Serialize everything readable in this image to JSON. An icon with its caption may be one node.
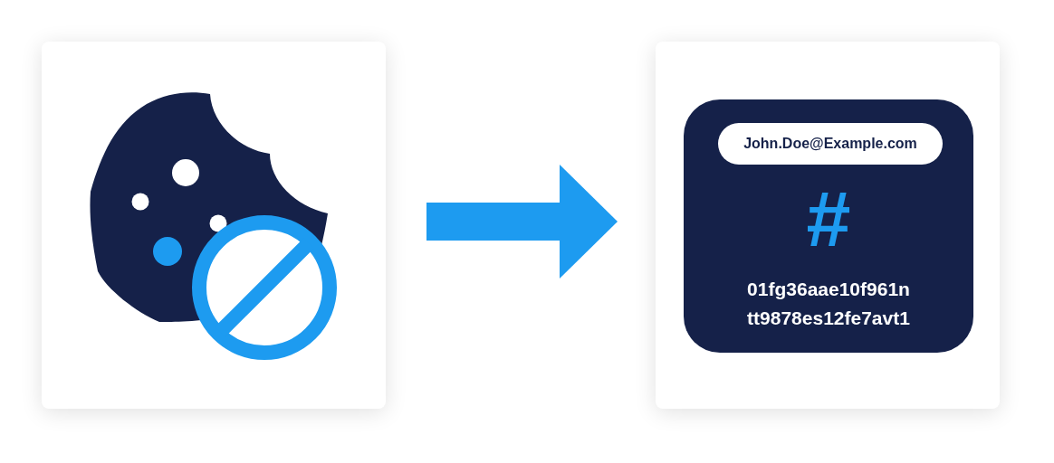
{
  "diagram": {
    "nodes": [
      {
        "text": [],
        "shape": "box"
      },
      {
        "text": [],
        "shape": "box"
      },
      {
        "text": [
          "#",
          "01fg36aae10f961n tt9878es12fe7avt1"
        ],
        "in": 1
      },
      {
        "text": [
          "John.Doe@Example.com"
        ],
        "in": 2
      }
    ],
    "edges": [
      {
        "from": 0,
        "to": 1,
        "arrow": "to"
      }
    ]
  }
}
